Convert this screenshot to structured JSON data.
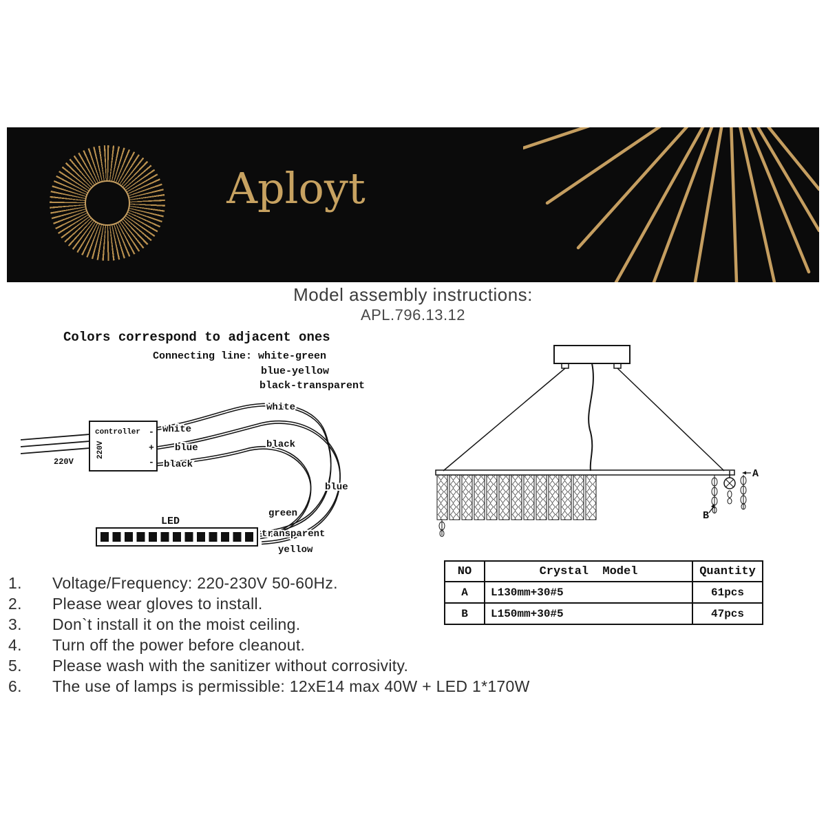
{
  "header": {
    "brand": "Aployt"
  },
  "title": {
    "line1": "Model assembly instructions:",
    "line2": "APL.796.13.12"
  },
  "wiring": {
    "heading": "Colors correspond to adjacent ones",
    "connecting_label": "Connecting line: ",
    "pairs": [
      "white-green",
      "blue-yellow",
      "black-transparent"
    ],
    "controller": "controller",
    "voltage_rotated": "220V",
    "voltage_input": "220V",
    "terminal_minus_top": "-",
    "terminal_plus": "+",
    "terminal_minus_bottom": "-",
    "out_white": "white",
    "out_blue": "blue",
    "out_black": "black",
    "curve_white": "white",
    "curve_black": "black",
    "curve_blue": "blue",
    "curve_green": "green",
    "curve_transparent": "transparent",
    "curve_yellow": "yellow",
    "led": "LED"
  },
  "drawing": {
    "label_a": "A",
    "label_b": "B"
  },
  "table": {
    "headers": [
      "NO",
      "Crystal  Model",
      "Quantity"
    ],
    "rows": [
      {
        "no": "A",
        "model": "L130mm+30#5",
        "qty": "61pcs"
      },
      {
        "no": "B",
        "model": "L150mm+30#5",
        "qty": "47pcs"
      }
    ]
  },
  "instructions": [
    {
      "n": "1.",
      "t": "Voltage/Frequency: 220-230V 50-60Hz."
    },
    {
      "n": "2.",
      "t": "Please wear gloves to install."
    },
    {
      "n": "3.",
      "t": "Don`t install it on the moist ceiling."
    },
    {
      "n": "4.",
      "t": "Turn off the power before cleanout."
    },
    {
      "n": "5.",
      "t": "Please wash with the sanitizer without corrosivity."
    },
    {
      "n": "6.",
      "t": "The use of lamps is permissible: 12xE14 max 40W + LED 1*170W"
    }
  ]
}
